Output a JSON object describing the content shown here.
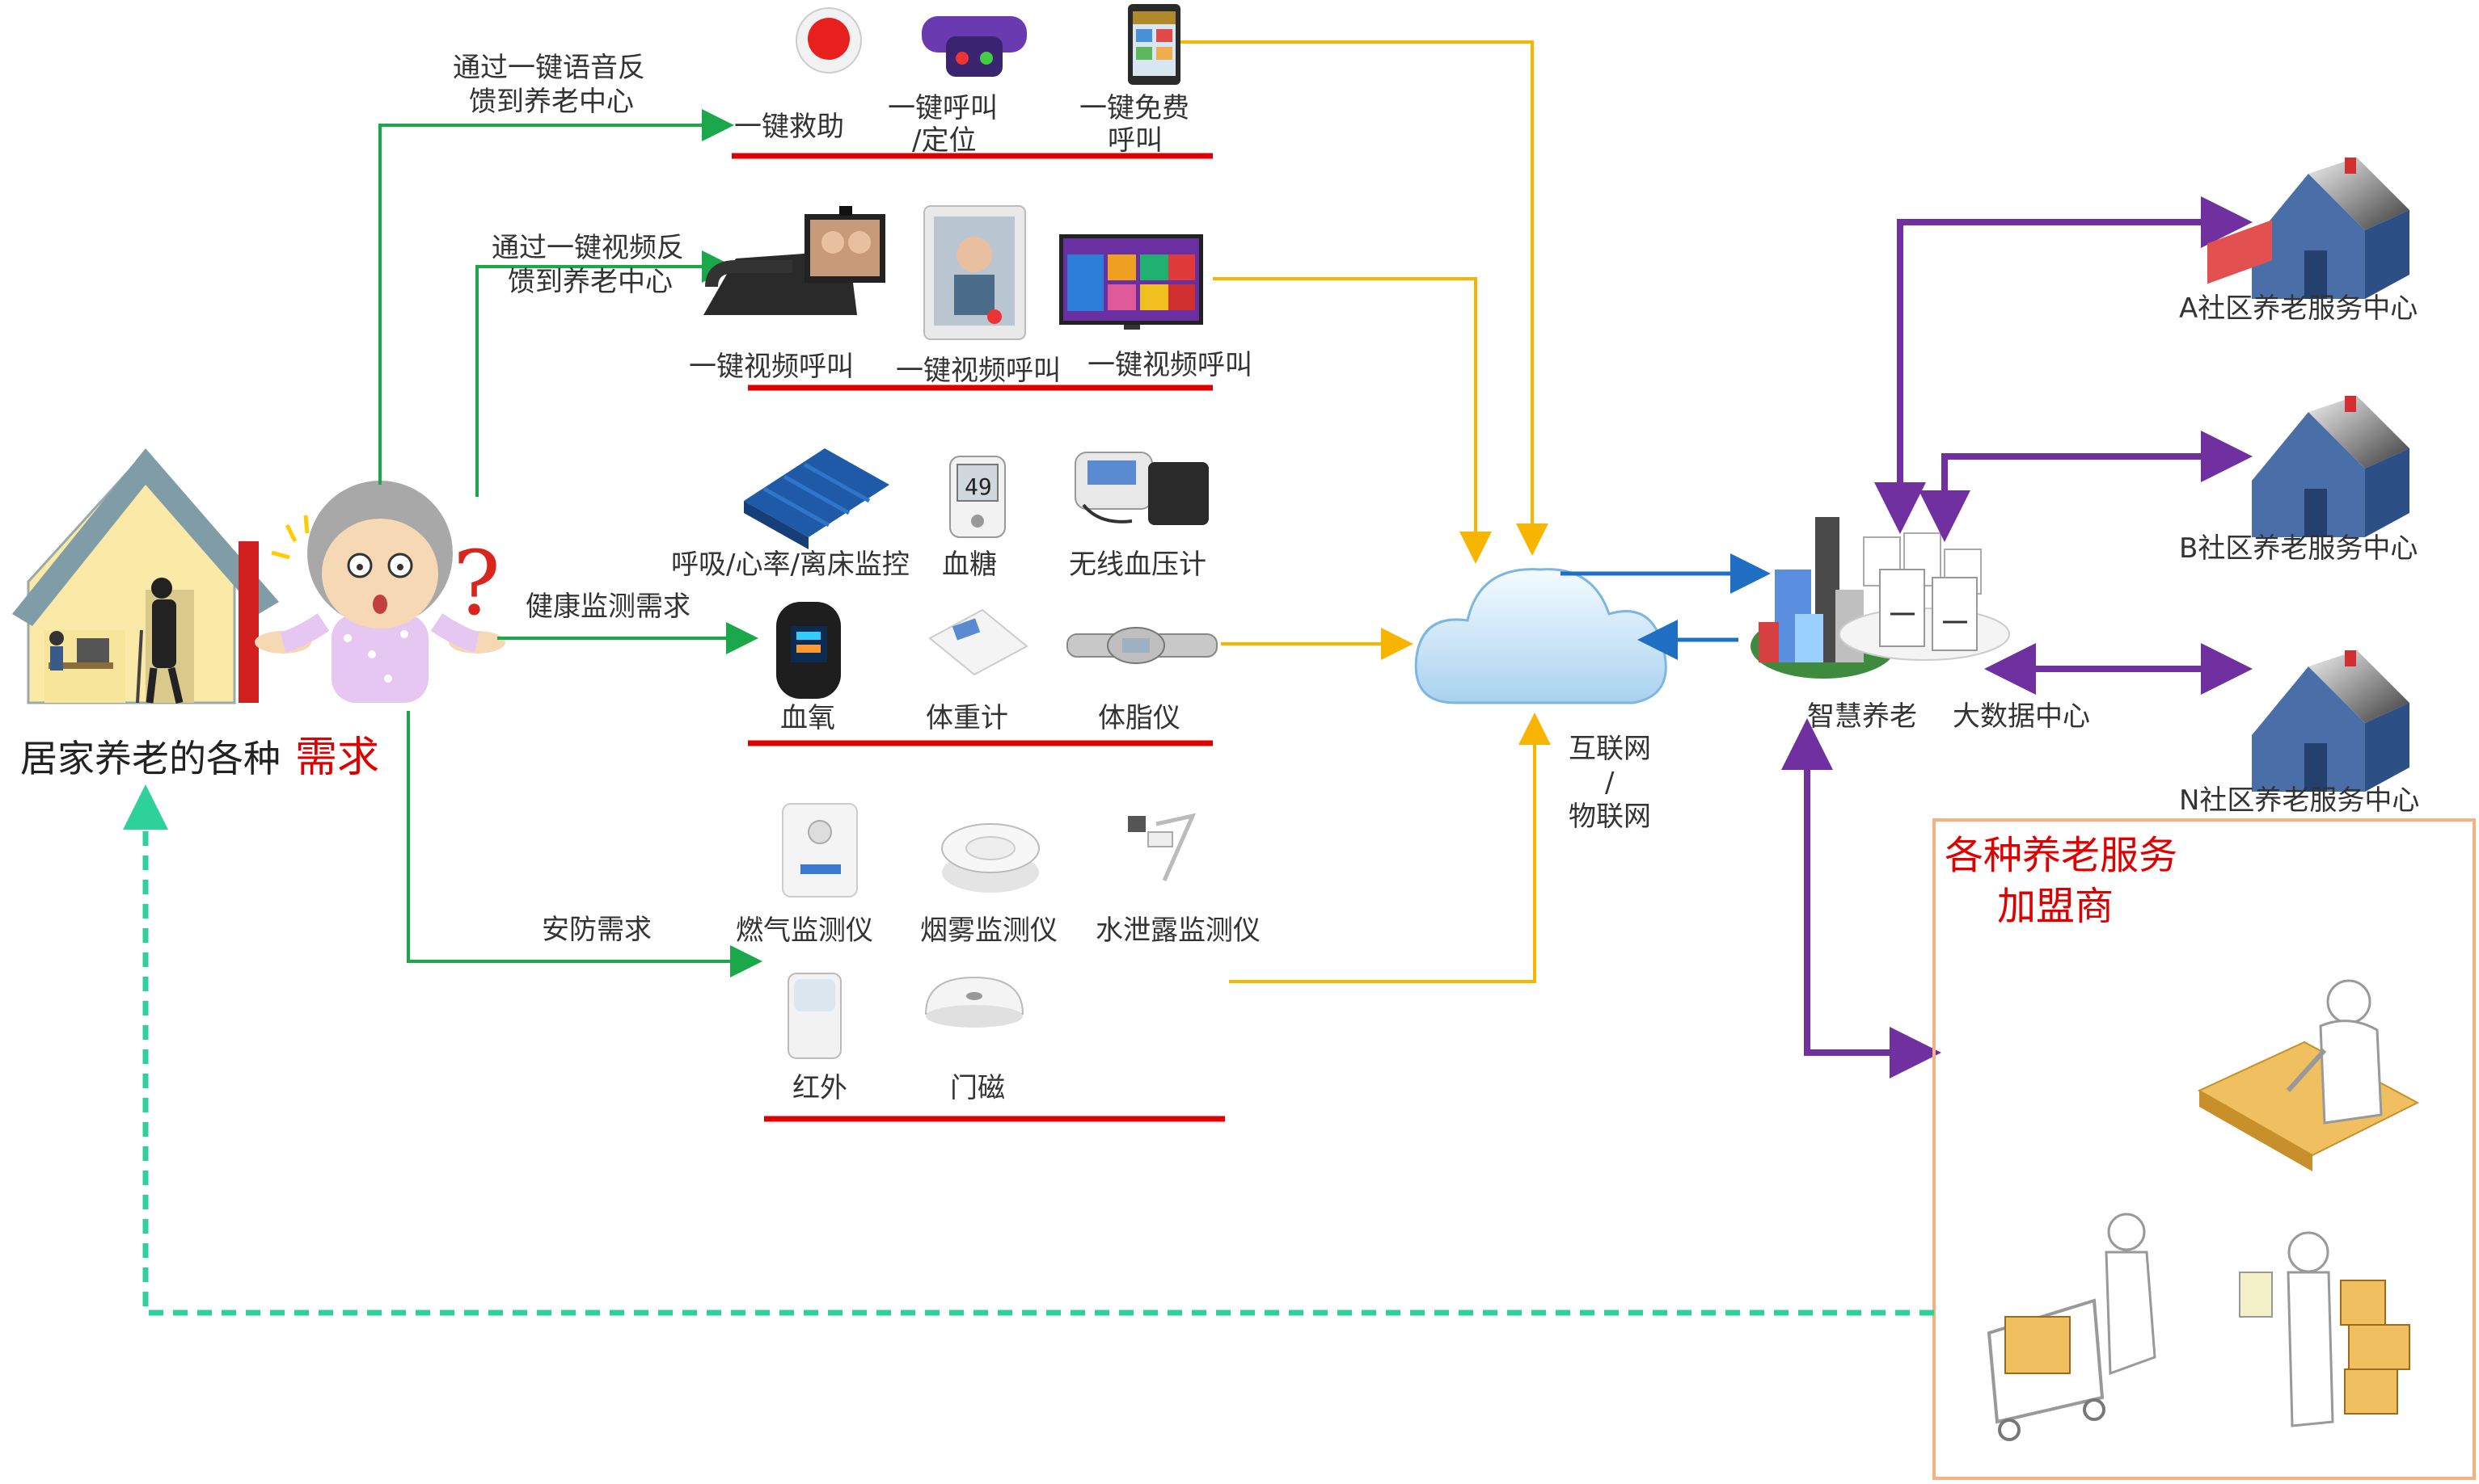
{
  "home": {
    "caption": "居家养老的各种",
    "caption_highlight": "需求"
  },
  "branches": {
    "voice": [
      "通过一键语音反",
      "馈到养老中心"
    ],
    "video": [
      "通过一键视频反",
      "馈到养老中心"
    ],
    "health": "健康监测需求",
    "security": "安防需求"
  },
  "devices": {
    "row1": [
      "一键救助",
      "一键呼叫",
      "/定位",
      "一键免费",
      "呼叫"
    ],
    "row2": [
      "一键视频呼叫",
      "一键视频呼叫",
      "一键视频呼叫"
    ],
    "row3": [
      "呼吸/心率/离床监控",
      "血糖",
      "无线血压计"
    ],
    "row4": [
      "血氧",
      "体重计",
      "体脂仪"
    ],
    "row5": [
      "燃气监测仪",
      "烟雾监测仪",
      "水泄露监测仪"
    ],
    "row6": [
      "红外",
      "门磁"
    ],
    "glucose_display": "49"
  },
  "network": [
    "互联网",
    "/",
    "物联网"
  ],
  "center": {
    "smart": "智慧养老",
    "bigdata": "大数据中心"
  },
  "communities": [
    "A社区养老服务中心",
    "B社区养老服务中心",
    "N社区养老服务中心"
  ],
  "partners": [
    "各种养老服务",
    "加盟商"
  ],
  "colors": {
    "green": "#1aa84a",
    "yellow": "#f7b500",
    "blue": "#1f6fc4",
    "purple": "#7030a0",
    "red": "#e00000",
    "teal": "#2ed19a",
    "partner_border": "#f4b183"
  }
}
